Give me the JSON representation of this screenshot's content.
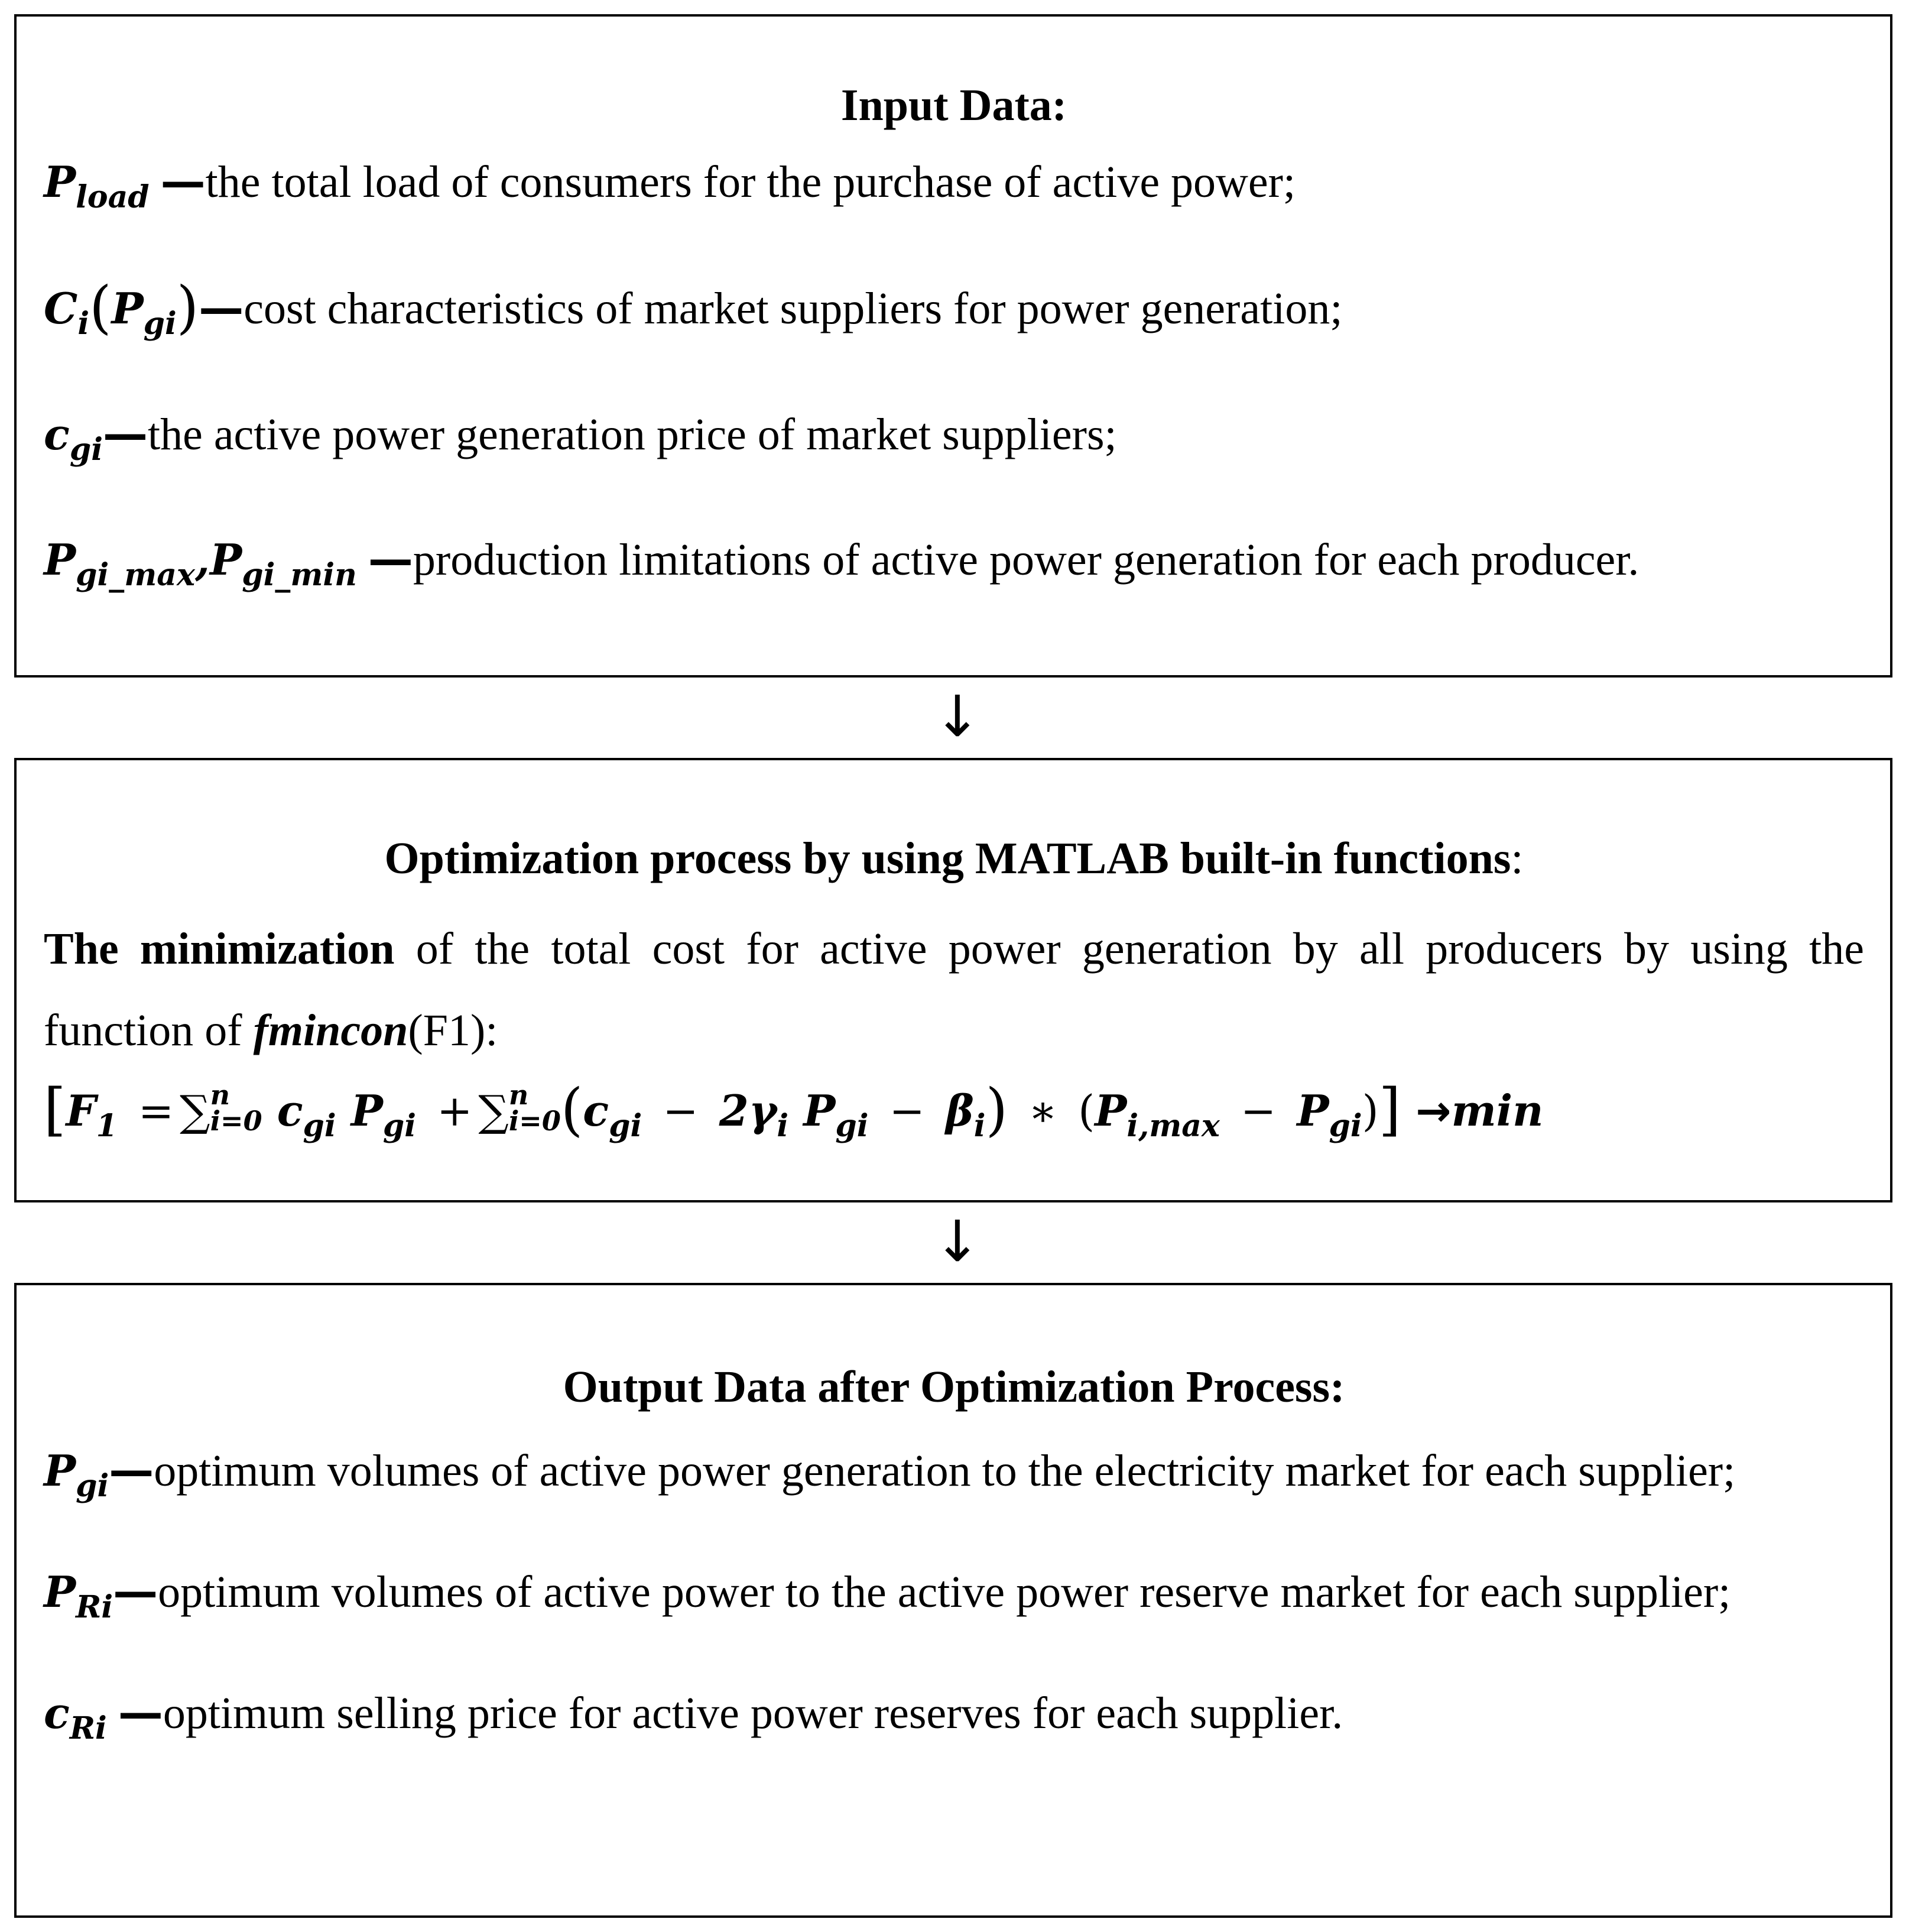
{
  "input": {
    "title": "Input Data:",
    "items": [
      {
        "sym": "P",
        "sub": "load",
        "dash": "—",
        "text": "the total load of consumers for the purchase of active power;"
      },
      {
        "sym": "C",
        "sub": "i",
        "paren_sym": "P",
        "paren_sub": "gi",
        "dash": "—",
        "text": "cost characteristics of market suppliers for power generation;"
      },
      {
        "sym": "c",
        "sub": "gi",
        "dash": "—",
        "text": "the active power generation price of market suppliers;"
      },
      {
        "sym": "P",
        "sub": "gi_max",
        "sep": ",",
        "sym2": "P",
        "sub2": "gi_min",
        "dash": "—",
        "text": "production limitations of active power generation for each producer."
      }
    ]
  },
  "arrows": {
    "down": "↓"
  },
  "optimization": {
    "title_bold": "Optimization process by using MATLAB built-in functions",
    "title_colon": ":",
    "desc_bold": "The minimization",
    "desc_text": " of the total cost for active power generation by all producers by using the function of ",
    "desc_func": "fmincon",
    "desc_tail": "(F1):",
    "formula": {
      "F": "F",
      "F_sub": "1",
      "eq": "=",
      "sum": "∑",
      "sum_sub": "i=0",
      "sum_sup": "n",
      "c": "c",
      "gi": "gi",
      "P": "P",
      "plus": "+",
      "minus": "−",
      "two_gamma": "2γ",
      "i": "i",
      "beta": "β",
      "times": "∗",
      "imax": "i,max",
      "arrow": "→",
      "min": "min"
    }
  },
  "output": {
    "title": "Output Data after Optimization Process:",
    "items": [
      {
        "sym": "P",
        "sub": "gi",
        "dash": "—",
        "text": "optimum volumes of active power generation to the electricity market for each supplier;"
      },
      {
        "sym": "P",
        "sub": "Ri",
        "dash": "—",
        "text": "optimum volumes of active power to the active power reserve market for each supplier;"
      },
      {
        "sym": "c",
        "sub": "Ri",
        "dash": "—",
        "text": "optimum selling price for active power reserves for each supplier."
      }
    ]
  }
}
